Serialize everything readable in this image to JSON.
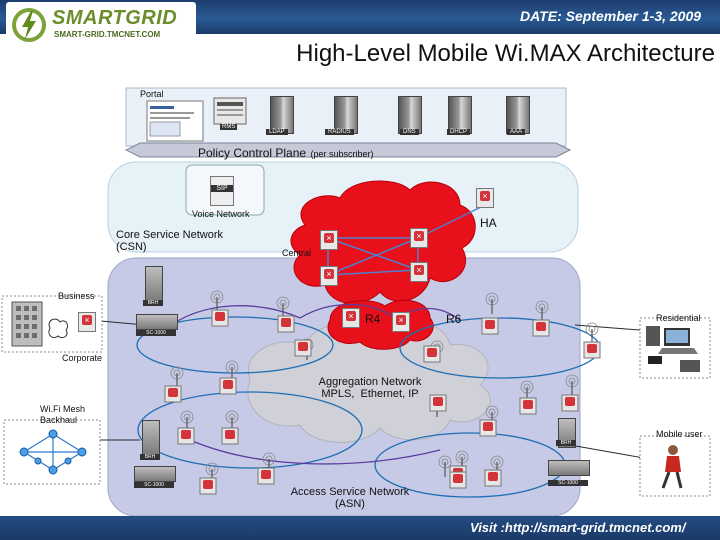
{
  "header": {
    "logo_name": "SMARTGRID",
    "logo_url": "SMART-GRID.TMCNET.COM",
    "date": "DATE: September 1-3, 2009",
    "title": "High-Level Mobile Wi.MAX Architecture"
  },
  "portal": {
    "label": "Portal",
    "servers": [
      "RMS",
      "LDAP",
      "RADIUS",
      "DNS",
      "DHCP",
      "AAA"
    ]
  },
  "policy_plane": {
    "label": "Policy Control Plane",
    "sublabel": "(per subscriber)"
  },
  "csn": {
    "voice_network": "Voice Network",
    "sip": "SIP",
    "ha": "HA",
    "core_label": "Core Service Network\n(CSN)",
    "central": "Central"
  },
  "asn": {
    "r4": "R4",
    "r6": "R6",
    "aggregation": "Aggregation Network\nMPLS,  Ethernet, IP",
    "access": "Access Service Network\n(ASN)"
  },
  "edges": {
    "business": "Business",
    "corporate": "Corporate",
    "wifi": "Wi.Fi Mesh\nBackhaul",
    "residential": "Residential",
    "mobile": "Mobile user"
  },
  "device_caps": {
    "brh": "BRH",
    "sc": "SC-1000"
  },
  "footer": {
    "visit": "Visit :http://smart-grid.tmcnet.com/"
  },
  "colors": {
    "header_blue": "#1c3d6e",
    "csn_fill": "#e8f2f8",
    "asn_fill": "#c9cde8",
    "cloud_red": "#e8101a",
    "cloud_gray": "#cfcfd6",
    "link_blue": "#1f6fb4",
    "link_purple": "#5a3ea0"
  }
}
